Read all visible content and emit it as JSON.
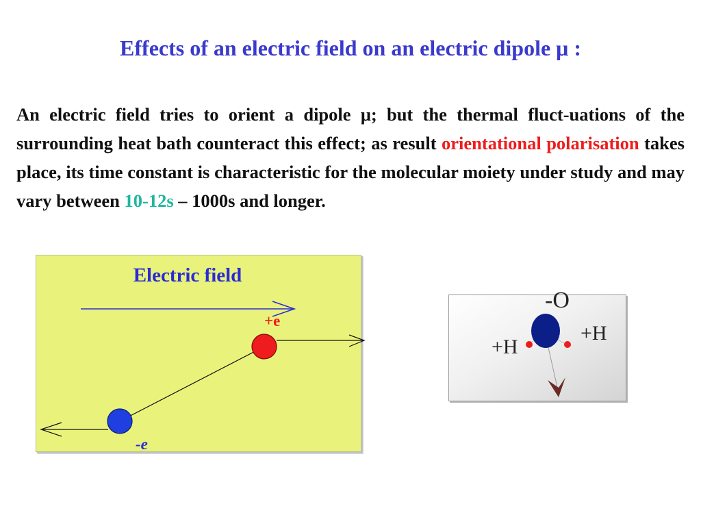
{
  "slide": {
    "title": "Effects of an  electric field on an electric dipole μ :",
    "paragraph": {
      "part1": "An electric field tries to orient a  dipole μ; but the thermal fluct-uations of the surrounding heat bath  counteract this effect; as result ",
      "highlight_red": "orientational polarisation",
      "part2": " takes place, its time constant is characteristic for the molecular moiety under study and may vary between ",
      "highlight_teal": "10-12s",
      "part3": " – 1000s and longer."
    }
  },
  "field_diagram": {
    "label": "Electric field",
    "positive_charge": "+e",
    "negative_charge": "-e"
  },
  "water_diagram": {
    "oxygen": "-O",
    "hydrogen_left": "+H",
    "hydrogen_right": "+H"
  },
  "colors": {
    "title": "#3a3acc",
    "highlight_red": "#ee1c1c",
    "highlight_teal": "#1fb7a0",
    "field_panel": "#e9f37c",
    "positive_charge": "#ee1c1c",
    "negative_charge": "#1f3fe0",
    "oxygen": "#0c1e88",
    "dipole_arrow": "#6b2a24"
  }
}
